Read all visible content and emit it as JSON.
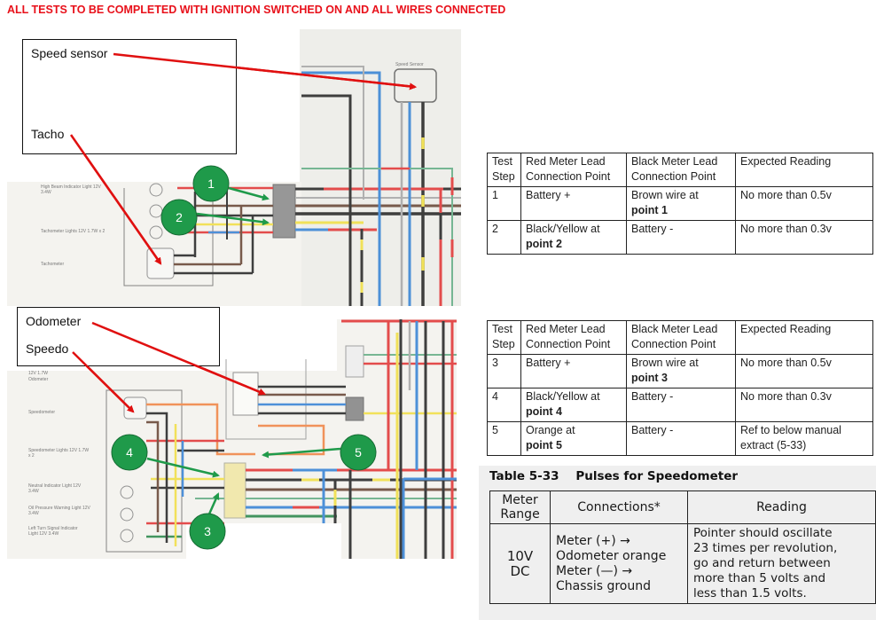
{
  "header": {
    "title": "ALL TESTS TO BE COMPLETED WITH IGNITION SWITCHED ON AND ALL WIRES CONNECTED",
    "title_color": "#e8101a"
  },
  "upper_diagram": {
    "callouts": [
      "Speed sensor",
      "Tacho"
    ],
    "component_labels": [
      "Speed Sensor",
      "High Beam Indicator Light 12V 3.4W",
      "Tachometer Lights 12V 1.7W x 2",
      "Tachometer"
    ],
    "test_points": [
      "1",
      "2"
    ]
  },
  "lower_diagram": {
    "callouts": [
      "Odometer",
      "Speedo"
    ],
    "component_labels": [
      "12V 1.7W",
      "Odometer",
      "Speedometer",
      "Speedometer Lights 12V 1.7W x 2",
      "Neutral Indicator Light 12V 3.4W",
      "Oil Pressure Warning Light 12V 3.4W",
      "Left Turn Signal Indicator Light 12V 3.4W"
    ],
    "test_points": [
      "4",
      "5",
      "3"
    ]
  },
  "colors": {
    "arrow_red": "#e01010",
    "marker_green": "#1f9a4a",
    "wire_red": "#e23b3b",
    "wire_blue": "#3b86d6",
    "wire_yellow": "#f1e04a",
    "wire_black": "#2b2b2b",
    "wire_green": "#4a9e6a",
    "wire_orange": "#f0884a",
    "wire_brown": "#6b4a3a"
  },
  "table1": {
    "headers": [
      "Test Step",
      "Red Meter Lead Connection Point",
      "Black Meter Lead Connection Point",
      "Expected Reading"
    ],
    "header_lines": [
      [
        "Test",
        "Step"
      ],
      [
        "Red Meter Lead",
        "Connection Point"
      ],
      [
        "Black Meter Lead",
        "Connection Point"
      ],
      [
        "Expected Reading",
        ""
      ]
    ],
    "rows": [
      {
        "step": "1",
        "red_text": "Battery +",
        "red_bold": "",
        "black_text": "Brown wire at",
        "black_bold": "point 1",
        "reading": "No more than 0.5v",
        "reading2": ""
      },
      {
        "step": "2",
        "red_text": "Black/Yellow at",
        "red_bold": "point 2",
        "black_text": "Battery -",
        "black_bold": "",
        "reading": "No more than 0.3v",
        "reading2": ""
      }
    ]
  },
  "table2": {
    "headers": [
      "Test Step",
      "Red Meter Lead Connection Point",
      "Black Meter Lead Connection Point",
      "Expected Reading"
    ],
    "header_lines": [
      [
        "Test",
        "Step"
      ],
      [
        "Red Meter Lead",
        "Connection Point"
      ],
      [
        "Black Meter Lead",
        "Connection Point"
      ],
      [
        "Expected Reading",
        ""
      ]
    ],
    "rows": [
      {
        "step": "3",
        "red_text": "Battery +",
        "red_bold": "",
        "black_text": "Brown wire at",
        "black_bold": "point 3",
        "reading": "No more than 0.5v",
        "reading2": ""
      },
      {
        "step": "4",
        "red_text": "Black/Yellow at",
        "red_bold": "point 4",
        "black_text": "Battery -",
        "black_bold": "",
        "reading": "No more than 0.3v",
        "reading2": ""
      },
      {
        "step": "5",
        "red_text": "Orange at",
        "red_bold": "point 5",
        "black_text": "Battery -",
        "black_bold": "",
        "reading": "Ref to below manual",
        "reading2": "extract (5-33)"
      }
    ]
  },
  "manual_extract": {
    "table_number": "Table 5-33",
    "table_title": "Pulses for Speedometer",
    "headers": {
      "range_1": "Meter",
      "range_2": "Range",
      "connections": "Connections*",
      "reading": "Reading"
    },
    "range": [
      "10V",
      "DC"
    ],
    "connections": [
      "Meter (+) →",
      "Odometer orange",
      "Meter (—) →",
      "Chassis ground"
    ],
    "reading": [
      "Pointer should oscillate",
      "23 times per revolution,",
      "go and return between",
      "more than 5 volts and",
      "less than 1.5 volts."
    ]
  }
}
